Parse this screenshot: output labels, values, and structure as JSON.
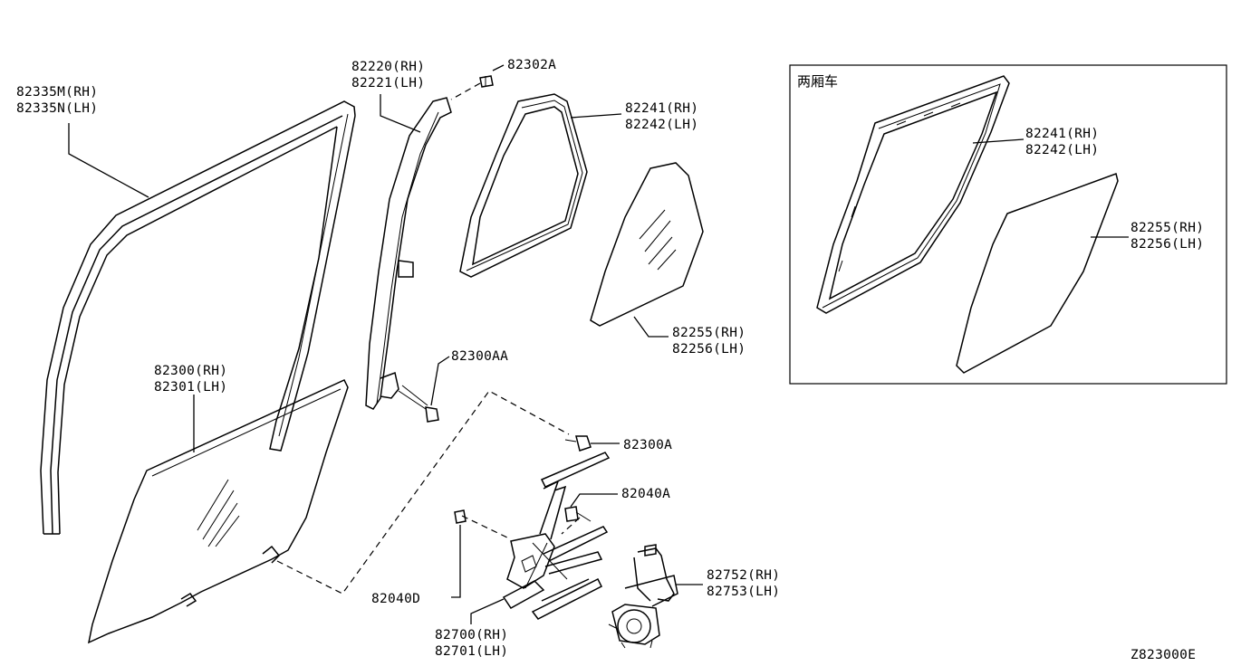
{
  "parts": {
    "sash_rh": "82335M(RH)",
    "sash_lh": "82335N(LH)",
    "channel_rh": "82220(RH)",
    "channel_lh": "82221(LH)",
    "screw_82302a": "82302A",
    "weatherstrip_rh": "82241(RH)",
    "weatherstrip_lh": "82242(LH)",
    "quarter_glass_rh": "82255(RH)",
    "quarter_glass_lh": "82256(LH)",
    "bolt_82300aa": "82300AA",
    "glass_rh": "82300(RH)",
    "glass_lh": "82301(LH)",
    "bolt_82300a": "82300A",
    "bolt_82040a": "82040A",
    "regulator_rh": "82700(RH)",
    "regulator_lh": "82701(LH)",
    "bolt_82040d": "82040D",
    "motor_rh": "82752(RH)",
    "motor_lh": "82753(LH)"
  },
  "inset": {
    "title": "两厢车",
    "weatherstrip_rh": "82241(RH)",
    "weatherstrip_lh": "82242(LH)",
    "quarter_glass_rh": "82255(RH)",
    "quarter_glass_lh": "82256(LH)"
  },
  "diagram_code": "Z823000E"
}
